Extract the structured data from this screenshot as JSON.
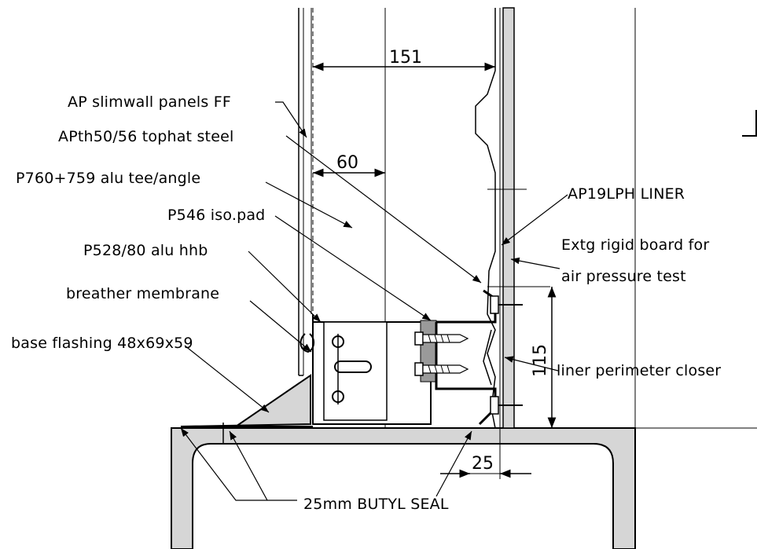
{
  "labels": {
    "slimwall": "AP slimwall panels FF",
    "tophat": "APth50/56 tophat steel",
    "alu_tee": "P760+759 alu tee/angle",
    "iso_pad": "P546 iso.pad",
    "alu_hhb": "P528/80 alu hhb",
    "breather": "breather membrane",
    "base_flashing": "base flashing 48x69x59",
    "liner": "AP19LPH LINER",
    "rigid_board_1": "Extg rigid board for",
    "rigid_board_2": "air pressure test",
    "perimeter_closer": "liner perimeter closer",
    "butyl_seal": "25mm BUTYL SEAL"
  },
  "dimensions": {
    "d151": "151",
    "d60": "60",
    "d115": "115",
    "d25": "25"
  }
}
